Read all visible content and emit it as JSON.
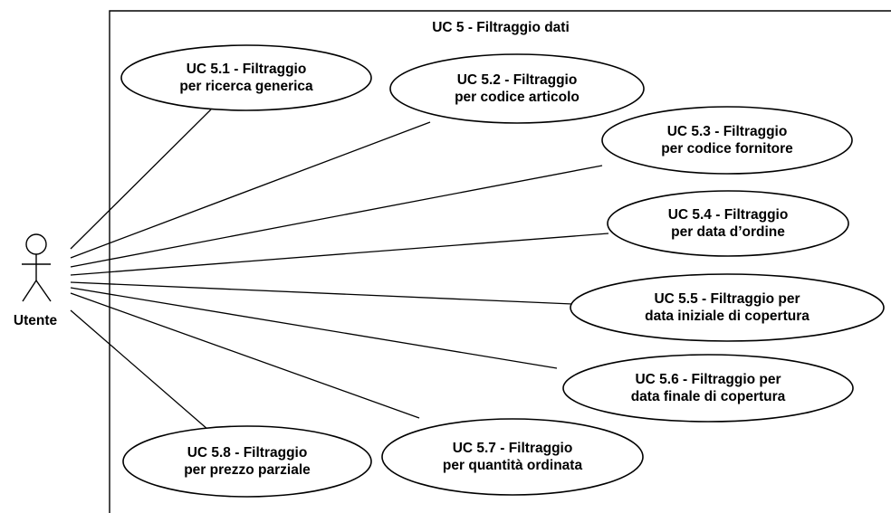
{
  "system": {
    "title": "UC 5 - Filtraggio dati"
  },
  "actor": {
    "name": "Utente"
  },
  "use_cases": [
    {
      "id": "uc-5-1",
      "lines": [
        "UC 5.1 - Filtraggio",
        "per ricerca generica"
      ]
    },
    {
      "id": "uc-5-2",
      "lines": [
        "UC 5.2 - Filtraggio",
        "per codice articolo"
      ]
    },
    {
      "id": "uc-5-3",
      "lines": [
        "UC 5.3 - Filtraggio",
        "per codice fornitore"
      ]
    },
    {
      "id": "uc-5-4",
      "lines": [
        "UC 5.4 - Filtraggio",
        "per data d’ordine"
      ]
    },
    {
      "id": "uc-5-5",
      "lines": [
        "UC 5.5 - Filtraggio per",
        "data iniziale di copertura"
      ]
    },
    {
      "id": "uc-5-6",
      "lines": [
        "UC 5.6 - Filtraggio per",
        "data finale di copertura"
      ]
    },
    {
      "id": "uc-5-7",
      "lines": [
        "UC 5.7 - Filtraggio",
        "per quantità ordinata"
      ]
    },
    {
      "id": "uc-5-8",
      "lines": [
        "UC 5.8 - Filtraggio",
        "per prezzo parziale"
      ]
    }
  ]
}
